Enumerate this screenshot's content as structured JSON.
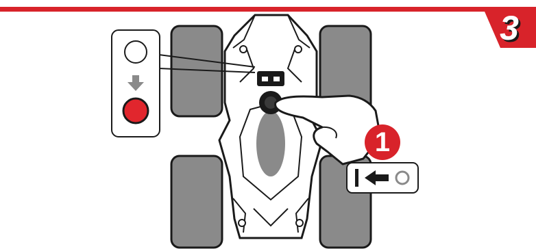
{
  "step": {
    "number": "3"
  },
  "callout": {
    "number": "1"
  },
  "colors": {
    "brand_red": "#d8232a",
    "tire_gray": "#8a8a8a",
    "outline": "#1a1a1a",
    "led_on": "#e1262d",
    "panel_bg": "#ffffff"
  },
  "legend": {
    "led_before": "off",
    "led_after": "on",
    "arrow": "down-arrow-icon"
  },
  "switch": {
    "from_state": "off",
    "to_state": "on",
    "icons": [
      "switch-on-bar-icon",
      "left-arrow-icon",
      "switch-off-circle-icon"
    ]
  }
}
